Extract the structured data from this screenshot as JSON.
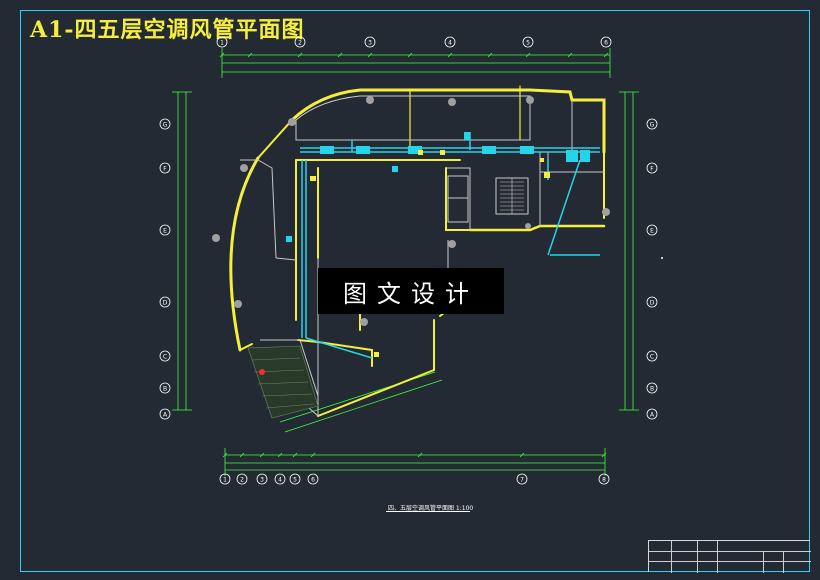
{
  "drawing": {
    "title": "A1-四五层空调风管平面图",
    "watermark": "图文设计",
    "scale_caption": "四、五层空调风管平面图 1:100"
  },
  "colors": {
    "background": "#232a33",
    "frame": "#2ad0ff",
    "grid_axis": "#ffffff",
    "dimension": "#3cff3c",
    "wall": "#f5ef3c",
    "duct": "#25d4e8",
    "title_text": "#f5ef3c"
  },
  "axes": {
    "top_labels": [
      "1",
      "2",
      "3",
      "4",
      "5",
      "6"
    ],
    "bottom_labels": [
      "1",
      "2",
      "3",
      "4",
      "5",
      "6",
      "7",
      "8"
    ],
    "left_labels": [
      "A",
      "B",
      "C",
      "D",
      "E",
      "F",
      "G"
    ],
    "right_labels": [
      "A",
      "B",
      "C",
      "D",
      "E",
      "F",
      "G"
    ]
  }
}
